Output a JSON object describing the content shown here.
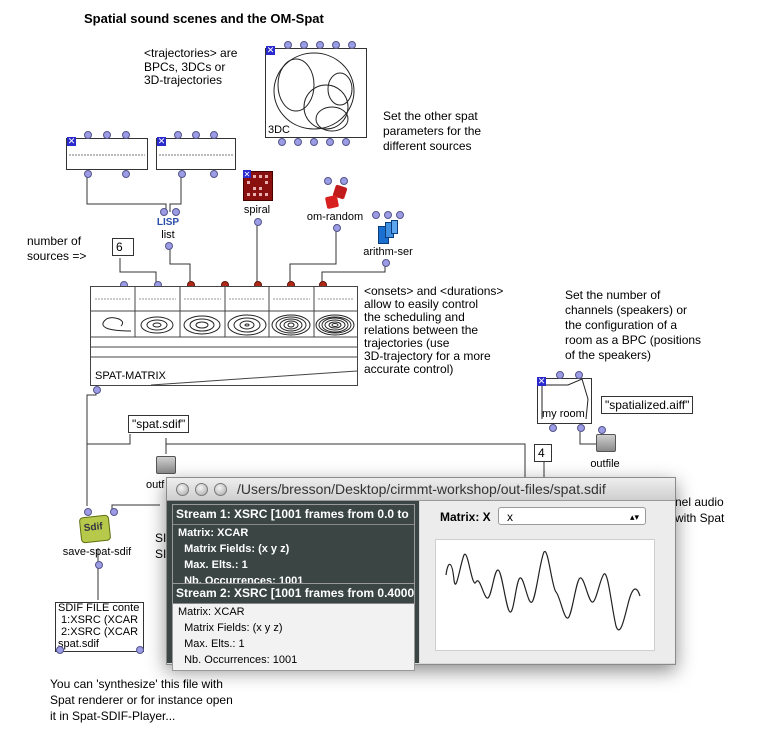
{
  "title": "Spatial sound scenes and the OM-Spat",
  "notes": {
    "traj_l1": "<trajectories> are",
    "traj_l2": "BPCs, 3DCs or",
    "traj_l3": "3D-trajectories",
    "other_l1": "Set the other spat",
    "other_l2": "parameters for the",
    "other_l3": "different sources",
    "nsrc_l1": "number of",
    "nsrc_l2": "sources =>",
    "onsets_l1": "<onsets> and <durations>",
    "onsets_l2": "allow to easily control",
    "onsets_l3": "the scheduling and",
    "onsets_l4": "relations between the",
    "onsets_l5": "trajectories (use",
    "onsets_l6": "3D-trajectory for a more",
    "onsets_l7": "accurate control)",
    "chan_l1": "Set the number of",
    "chan_l2": "channels (speakers) or",
    "chan_l3": "the configuration of a",
    "chan_l4": "room as a BPC (positions",
    "chan_l5": "of the speakers)",
    "partial1": "nel audio",
    "partial2": "with Spat",
    "partial3": "SI",
    "partial4": "SI",
    "synth_l1": "You can 'synthesize' this file with",
    "synth_l2": "Spat renderer or for instance open",
    "synth_l3": "it in Spat-SDIF-Player..."
  },
  "boxes": {
    "threedc": "3DC",
    "lisp_top": "LISP",
    "lisp_bottom": "list",
    "spiral": "spiral",
    "random": "om-random",
    "arith": "arithm-ser",
    "nsources": "6",
    "matrix": "SPAT-MATRIX",
    "sdif_name": "\"spat.sdif\"",
    "outfile_partial": "outf",
    "room": "my room",
    "aiff_name": "\"spatialized.aiff\"",
    "outfile": "outfile",
    "channels": "4",
    "save": "save-spat-sdif",
    "sdif_icon": "Sdif",
    "sdif_l1": "SDIF FILE conte",
    "sdif_l2": " 1:XSRC (XCAR",
    "sdif_l3": " 2:XSRC (XCAR",
    "sdif_l4": "spat.sdif"
  },
  "window": {
    "title": "/Users/bresson/Desktop/cirmmt-workshop/out-files/spat.sdif",
    "streams": [
      {
        "header": "Stream 1: XSRC [1001 frames from 0.0 to",
        "matrix": "Matrix: XCAR",
        "fields": "  Matrix Fields: (x y z)",
        "elts": "  Max. Elts.: 1",
        "occ": "  Nb. Occurrences: 1001"
      },
      {
        "header": "Stream 2: XSRC [1001 frames from 0.4000",
        "matrix": "Matrix: XCAR",
        "fields": "  Matrix Fields: (x y z)",
        "elts": "  Max. Elts.: 1",
        "occ": "  Nb. Occurrences: 1001"
      }
    ],
    "matrix_label": "Matrix: X",
    "selected": "x"
  },
  "colors": {
    "inlet": "#9b9be6",
    "active_inlet": "#b02a18",
    "window_dark": "#3a4544"
  }
}
